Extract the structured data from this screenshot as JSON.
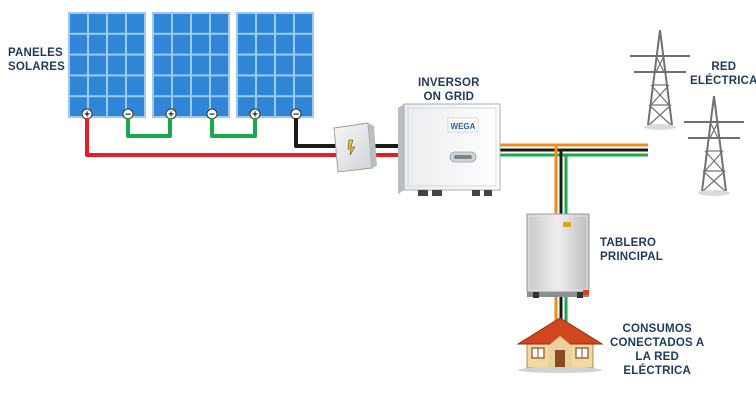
{
  "labels": {
    "panels": [
      "PANELES",
      "SOLARES"
    ],
    "inverter": [
      "INVERSOR",
      "ON GRID"
    ],
    "grid": [
      "RED",
      "ELÉCTRICA"
    ],
    "board": [
      "TABLERO",
      "PRINCIPAL"
    ],
    "loads": [
      "CONSUMOS",
      "CONECTADOS A",
      "LA RED",
      "ELÉCTRICA"
    ]
  },
  "inverter_brand": "WEGA",
  "panel_terminals": [
    "+",
    "−",
    "+",
    "−",
    "+",
    "−"
  ],
  "colors": {
    "panel_cell": "#2f86d6",
    "panel_frame": "#9ec9ee",
    "wire_positive": "#e01f26",
    "wire_negative": "#1a1a1a",
    "wire_jumper": "#19a84a",
    "wire_orange": "#f08a1c",
    "wire_green": "#19a84a",
    "label_text": "#1d3a5c",
    "house_roof": "#d0471f",
    "house_wall": "#f2d9a0"
  },
  "icons": [
    "solar-panel-icon",
    "junction-box-icon",
    "inverter-icon",
    "transmission-tower-icon",
    "breaker-panel-icon",
    "house-icon"
  ]
}
